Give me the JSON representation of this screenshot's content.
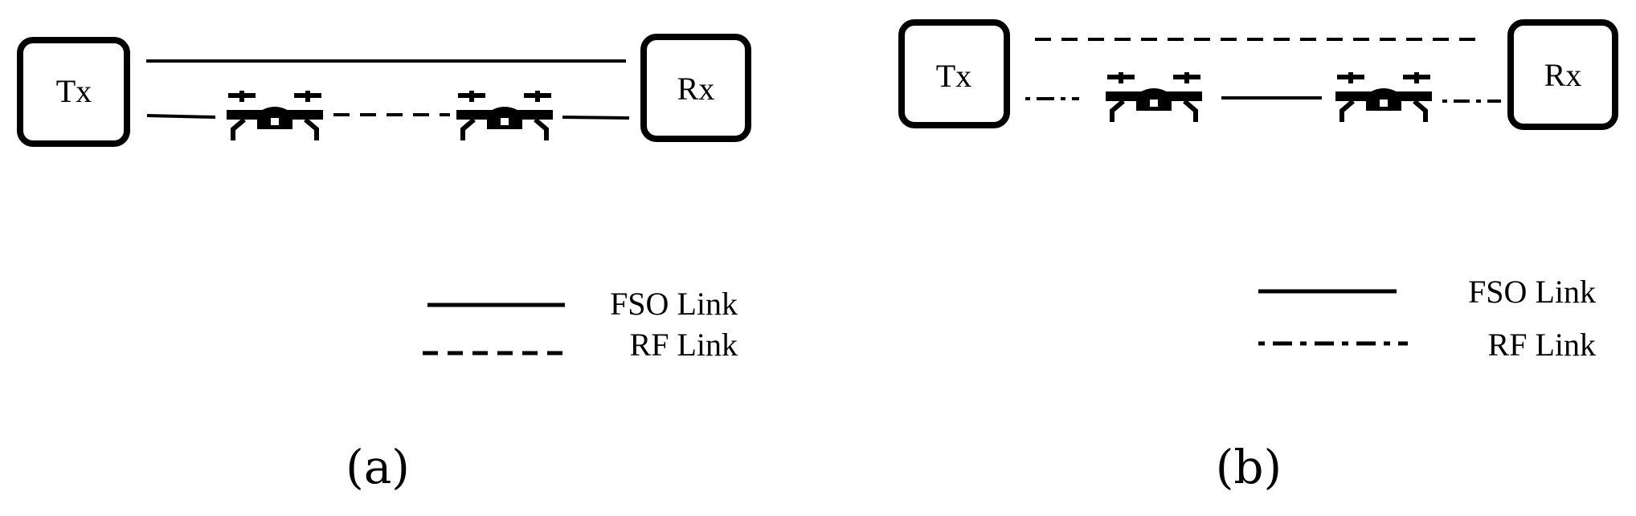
{
  "panel_a": {
    "tx_label": "Tx",
    "rx_label": "Rx",
    "caption": "(a)",
    "legend": {
      "fso_label": "FSO Link",
      "rf_label": "RF Link"
    }
  },
  "panel_b": {
    "tx_label": "Tx",
    "rx_label": "Rx",
    "caption": "(b)",
    "legend": {
      "fso_label": "FSO Link",
      "rf_label": "RF Link"
    }
  },
  "icons": {
    "relay": "drone-icon"
  },
  "colors": {
    "stroke": "#000000",
    "background": "#ffffff"
  }
}
